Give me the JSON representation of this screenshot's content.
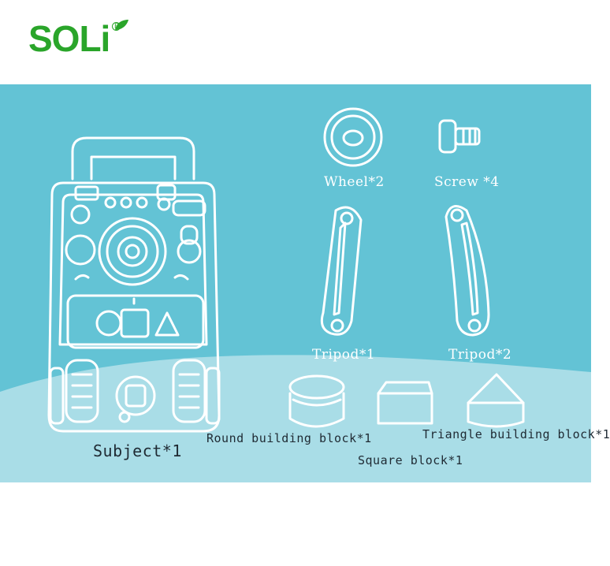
{
  "brand": {
    "name": "SOLi",
    "registered_mark": "R",
    "color": "#2aa52a"
  },
  "colors": {
    "panel_background": "#63c3d5",
    "panel_wave": "#a9dde7",
    "outline": "#ffffff"
  },
  "parts": {
    "wheel": "Wheel*2",
    "screw": "Screw *4",
    "tripod_1": "Tripod*1",
    "tripod_2": "Tripod*2",
    "subject": "Subject*1",
    "round_block": "Round building block*1",
    "square_block": "Square block*1",
    "triangle_block": "Triangle building block*1"
  }
}
